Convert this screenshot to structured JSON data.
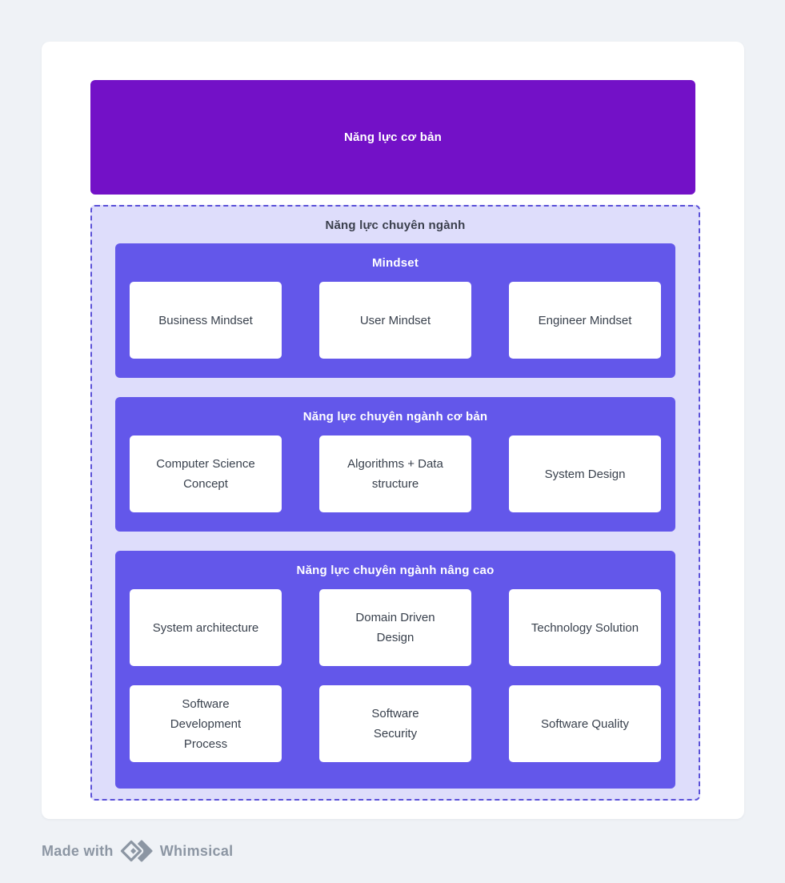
{
  "diagram": {
    "top_box": {
      "label": "Năng lực cơ bản"
    },
    "group": {
      "title": "Năng lực chuyên ngành",
      "sections": [
        {
          "title": "Mindset",
          "rows": [
            [
              "Business Mindset",
              "User Mindset",
              "Engineer Mindset"
            ]
          ]
        },
        {
          "title": "Năng lực chuyên ngành cơ bản",
          "rows": [
            [
              "Computer Science\nConcept",
              "Algorithms + Data\nstructure",
              "System Design"
            ]
          ]
        },
        {
          "title": "Năng lực chuyên ngành nâng cao",
          "rows": [
            [
              "System architecture",
              "Domain Driven\nDesign",
              "Technology Solution"
            ],
            [
              "Software\nDevelopment\nProcess",
              "Software\nSecurity",
              "Software Quality"
            ]
          ]
        }
      ]
    }
  },
  "footer": {
    "made_with": "Made with",
    "brand": "Whimsical",
    "logo_icon": "whimsical-diamonds-icon"
  },
  "colors": {
    "page_bg": "#EFF2F6",
    "canvas_bg": "#FFFFFF",
    "top_box_bg": "#7311C7",
    "section_bg": "#6357EA",
    "group_bg": "#DEDDFB",
    "group_border": "#5A50D8",
    "node_text": "#39414D",
    "group_title_text": "#3A3F4C",
    "footer_text": "#8C96A3"
  }
}
